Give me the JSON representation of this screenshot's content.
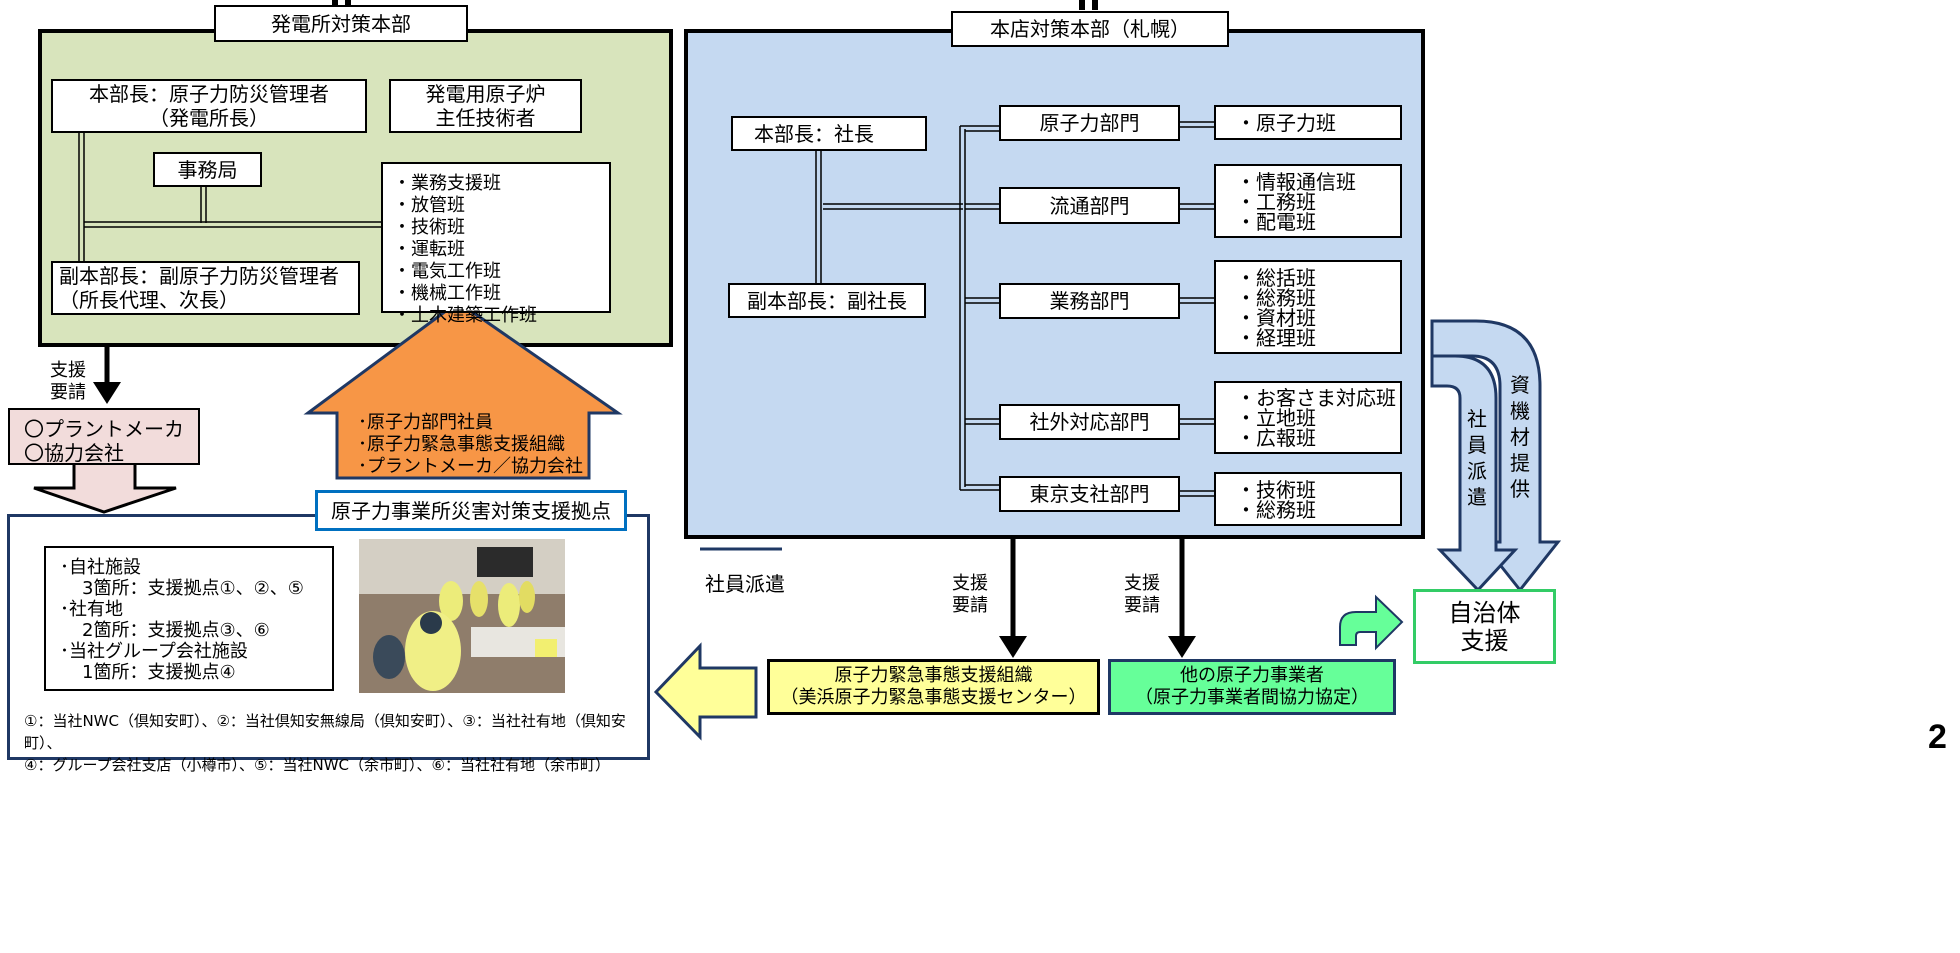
{
  "colors": {
    "plant_panel": "#d8e4bc",
    "hq_panel": "#c5d9f1",
    "arrow_orange": "#f79646",
    "arrow_pink": "#f2dcdb",
    "arrow_blue": "#c5d9f1",
    "arrow_yellow": "#ffff99",
    "box_yellow": "#ffff99",
    "box_green": "#66ff99",
    "green_arrow": "#66ff99",
    "support_frame": "#1f3864",
    "base_title_border": "#0070c0"
  },
  "plant": {
    "title": "発電所対策本部",
    "chief_line1": "本部長：原子力防災管理者",
    "chief_line2": "（発電所長）",
    "engineer_line1": "発電用原子炉",
    "engineer_line2": "主任技術者",
    "secretariat": "事務局",
    "deputy_line1": "副本部長：副原子力防災管理者",
    "deputy_line2": "（所長代理、次長）",
    "teams": [
      "・業務支援班",
      "・放管班",
      "・技術班",
      "・運転班",
      "・電気工作班",
      "・機械工作班",
      "・土木建築工作班"
    ]
  },
  "plant_request": {
    "line1": "支援",
    "line2": "要請"
  },
  "maker": {
    "line1": "〇プラントメーカ",
    "line2": "〇協力会社"
  },
  "orange_arrow": {
    "lines": [
      "･原子力部門社員",
      "･原子力緊急事態支援組織",
      "･プラントメーカ／協力会社"
    ]
  },
  "hq": {
    "title": "本店対策本部（札幌）",
    "chief": "本部長：社長",
    "deputy": "副本部長：副社長",
    "departments": [
      {
        "name": "原子力部門",
        "teams": [
          "・原子力班"
        ]
      },
      {
        "name": "流通部門",
        "teams": [
          "・情報通信班",
          "・工務班",
          "・配電班"
        ]
      },
      {
        "name": "業務部門",
        "teams": [
          "・総括班",
          "・総務班",
          "・資材班",
          "・経理班"
        ]
      },
      {
        "name": "社外対応部門",
        "teams": [
          "・お客さま対応班",
          "・立地班",
          "・広報班"
        ]
      },
      {
        "name": "東京支社部門",
        "teams": [
          "・技術班",
          "・総務班"
        ]
      }
    ]
  },
  "side_arrows": {
    "staff_dispatch_vertical": [
      "社",
      "員",
      "派",
      "遣"
    ],
    "materials_vertical": [
      "資",
      "機",
      "材",
      "提",
      "供"
    ]
  },
  "local_gov": {
    "line1": "自治体",
    "line2": "支援"
  },
  "base": {
    "title": "原子力事業所災害対策支援拠点",
    "lines": [
      "･自社施設",
      "3箇所：支援拠点①、②、⑤",
      "･社有地",
      "2箇所：支援拠点③、⑥",
      "･当社グループ会社施設",
      "1箇所：支援拠点④"
    ],
    "footnote1": "①：当社NWC（倶知安町）、②：当社倶知安無線局（倶知安町）、③：当社社有地（倶知安町）、",
    "footnote2": "④：グループ会社支店（小樽市）、⑤：当社NWC（余市町）、⑥：当社社有地（余市町）"
  },
  "dispatch_arrow": "社員派遣",
  "hq_request1": {
    "line1": "支援",
    "line2": "要請"
  },
  "hq_request2": {
    "line1": "支援",
    "line2": "要請"
  },
  "emergency_org": {
    "line1": "原子力緊急事態支援組織",
    "line2": "（美浜原子力緊急事態支援センター）"
  },
  "other_operators": {
    "line1": "他の原子力事業者",
    "line2": "（原子力事業者間協力協定）"
  },
  "page_number": "2"
}
